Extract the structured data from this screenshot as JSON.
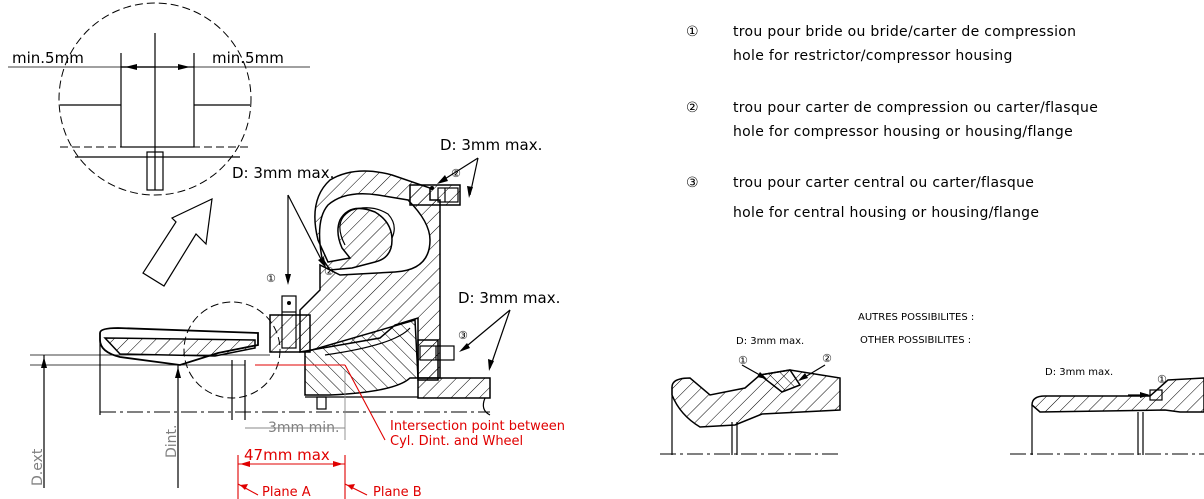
{
  "detail": {
    "min_left": "min.5mm",
    "min_right": "min.5mm"
  },
  "main": {
    "d_left": "D: 3mm max.",
    "d_top": "D: 3mm max.",
    "d_right": "D: 3mm max.",
    "min3": "3mm min.",
    "intersection_line1": "Intersection point between",
    "intersection_line2": "Cyl. Dint. and Wheel",
    "max47": "47mm max",
    "plane_a": "Plane A",
    "plane_b": "Plane B",
    "dint": "Dint.",
    "dext": "D.ext"
  },
  "markers": {
    "one": "①",
    "two": "②",
    "three": "③"
  },
  "legend": [
    {
      "marker": "①",
      "fr": "trou pour bride ou bride/carter de compression",
      "en": "hole for restrictor/compressor housing"
    },
    {
      "marker": "②",
      "fr": "trou pour carter de compression ou carter/flasque",
      "en": "hole for compressor housing or housing/flange"
    },
    {
      "marker": "③",
      "fr": "trou pour carter central ou carter/flasque",
      "en": "hole for central housing or housing/flange"
    }
  ],
  "other": {
    "title_fr": "AUTRES POSSIBILITES :",
    "title_en": "OTHER POSSIBILITES :",
    "d_a": "D: 3mm max.",
    "d_b": "D: 3mm max."
  },
  "colors": {
    "line": "#000000",
    "red": "#e00000",
    "grey": "#808080"
  }
}
